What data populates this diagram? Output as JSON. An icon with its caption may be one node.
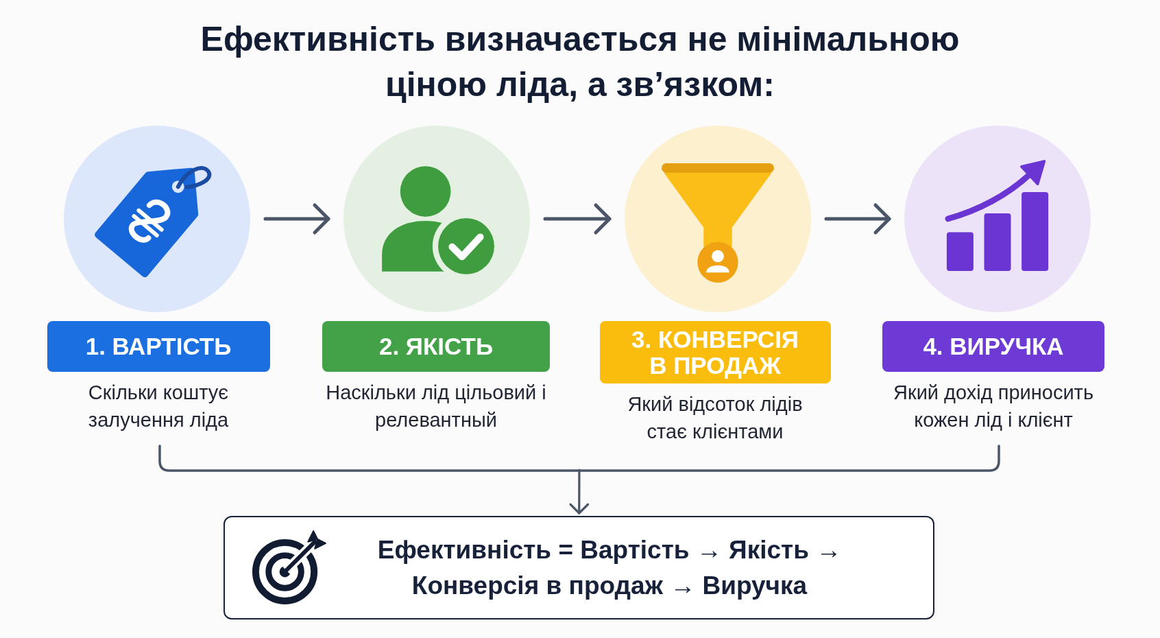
{
  "diagram": {
    "title": "Ефективність визначається не мінімальною ціною ліда, а зв’язком:",
    "nodes": [
      {
        "text": [],
        "shape": "circle"
      },
      {
        "text": [],
        "shape": "circle"
      },
      {
        "text": [],
        "shape": "circle"
      },
      {
        "text": [],
        "shape": "circle"
      },
      {
        "text": [
          "1. ВАРТІСТЬ"
        ],
        "beside": [
          "Скільки коштує залучення ліда"
        ]
      },
      {
        "text": [
          "2. ЯКІСТЬ"
        ],
        "beside": [
          "Наскільки лід цільовий і релевантный"
        ]
      },
      {
        "text": [
          "3. КОНВЕРСІЯ В ПРОДАЖ"
        ],
        "beside": [
          "Який відсоток лідів стає клієнтами"
        ]
      },
      {
        "text": [
          "4. ВИРУЧКА"
        ],
        "beside": [
          "Який дохід приносить кожен лід і клієнт"
        ]
      },
      {
        "text": [],
        "shape": "bracket"
      },
      {
        "text": [
          "Ефективність = Вартість → Якість → Конверсія в продаж → Виручка"
        ]
      }
    ],
    "edges": [
      {
        "from": 0,
        "to": 1,
        "arrow": "to"
      },
      {
        "from": 1,
        "to": 2,
        "arrow": "to"
      },
      {
        "from": 2,
        "to": 3,
        "arrow": "to"
      },
      {
        "from": 8,
        "to": 9,
        "arrow": "to"
      }
    ]
  }
}
